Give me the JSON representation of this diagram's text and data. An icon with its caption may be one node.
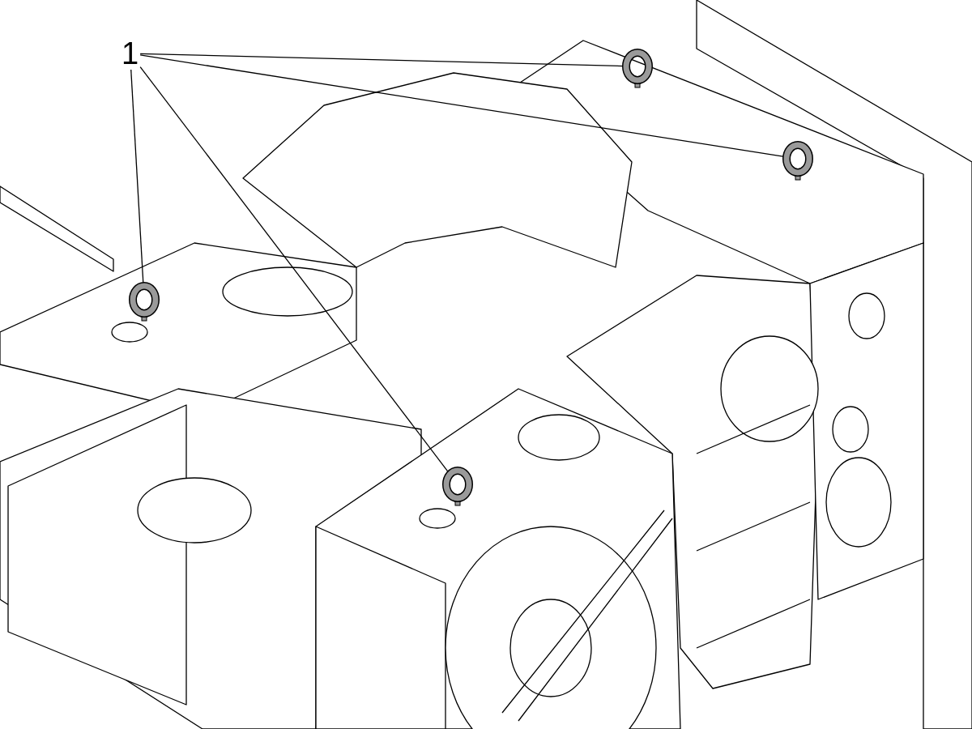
{
  "diagram": {
    "nodes": [
      {
        "text": [
          "1"
        ]
      },
      {
        "text": [],
        "shape": "circle"
      },
      {
        "text": [],
        "shape": "circle"
      },
      {
        "text": [],
        "shape": "circle"
      },
      {
        "text": [],
        "shape": "circle"
      }
    ],
    "edges": [
      {
        "from": 0,
        "to": 1,
        "arrow": "none"
      },
      {
        "from": 0,
        "to": 2,
        "arrow": "none"
      },
      {
        "from": 0,
        "to": 3,
        "arrow": "none"
      },
      {
        "from": 0,
        "to": 4,
        "arrow": "none"
      }
    ]
  }
}
